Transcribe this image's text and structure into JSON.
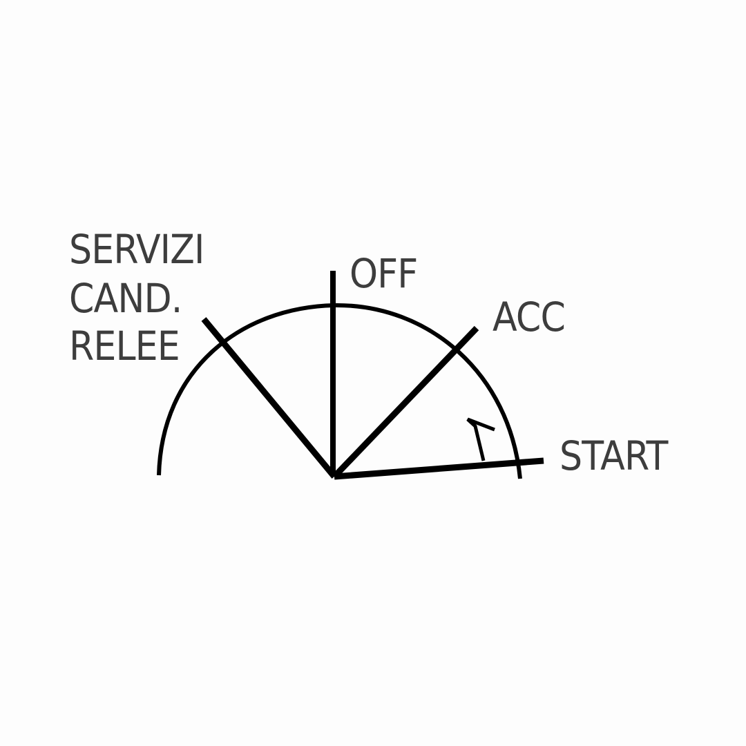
{
  "positions": {
    "servizi_lines": [
      "SERVIZI",
      "CAND.",
      "RELEE"
    ],
    "off": "OFF",
    "acc": "ACC",
    "start": "START"
  },
  "colors": {
    "line": "#000000",
    "text": "#3d3d3d",
    "background": "#fdfdfd"
  },
  "icons": {
    "return_spring": "spring-return-arrow-icon"
  }
}
